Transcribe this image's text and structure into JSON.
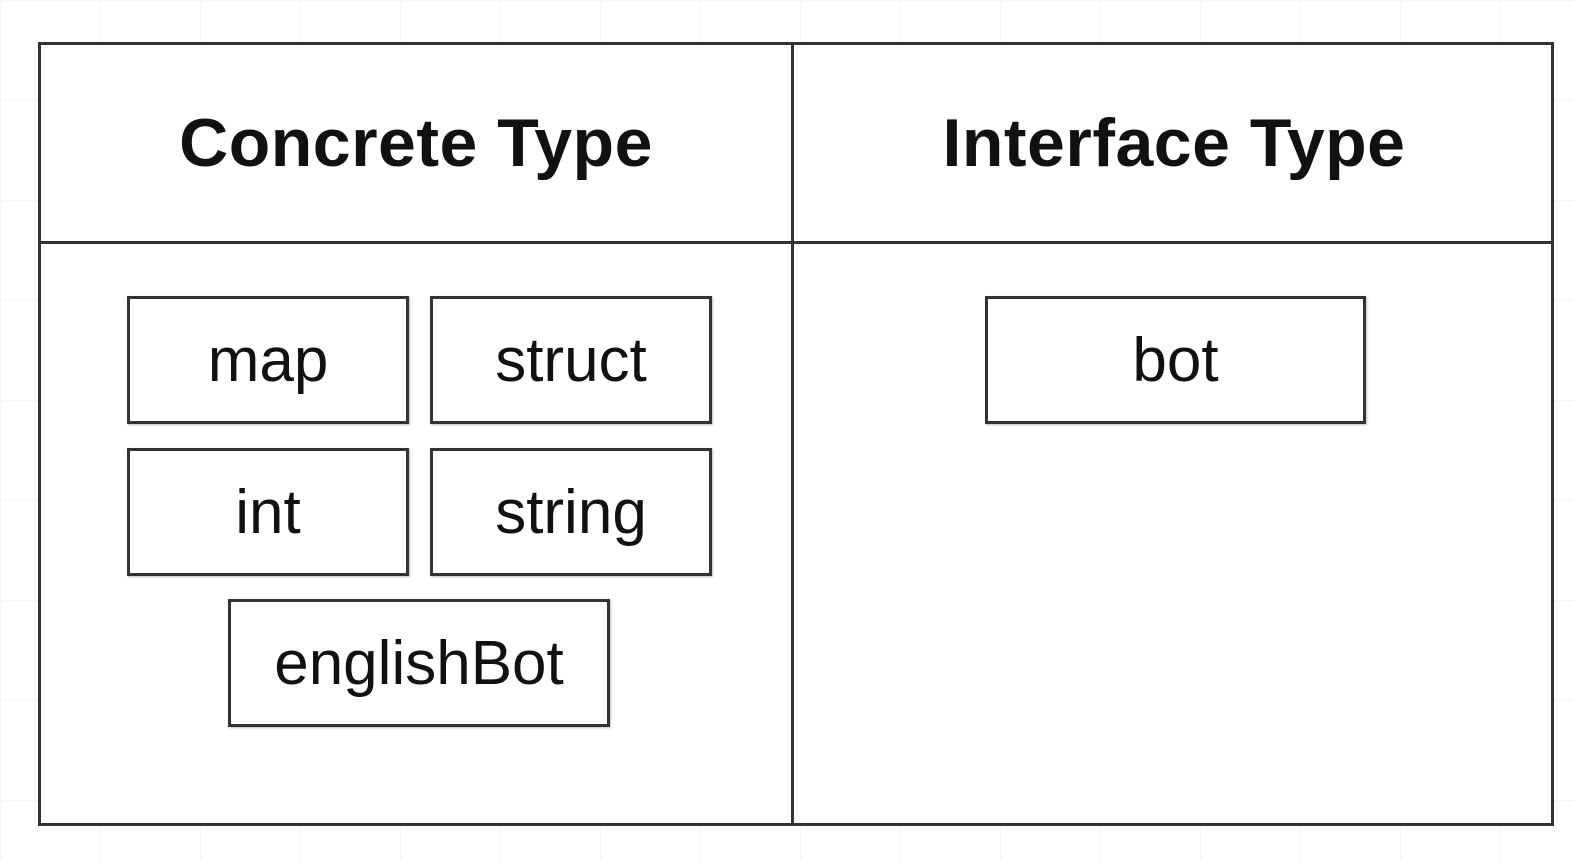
{
  "headers": {
    "concrete": "Concrete Type",
    "interface": "Interface Type"
  },
  "concrete_types": [
    "map",
    "struct",
    "int",
    "string",
    "englishBot"
  ],
  "interface_types": [
    "bot"
  ]
}
